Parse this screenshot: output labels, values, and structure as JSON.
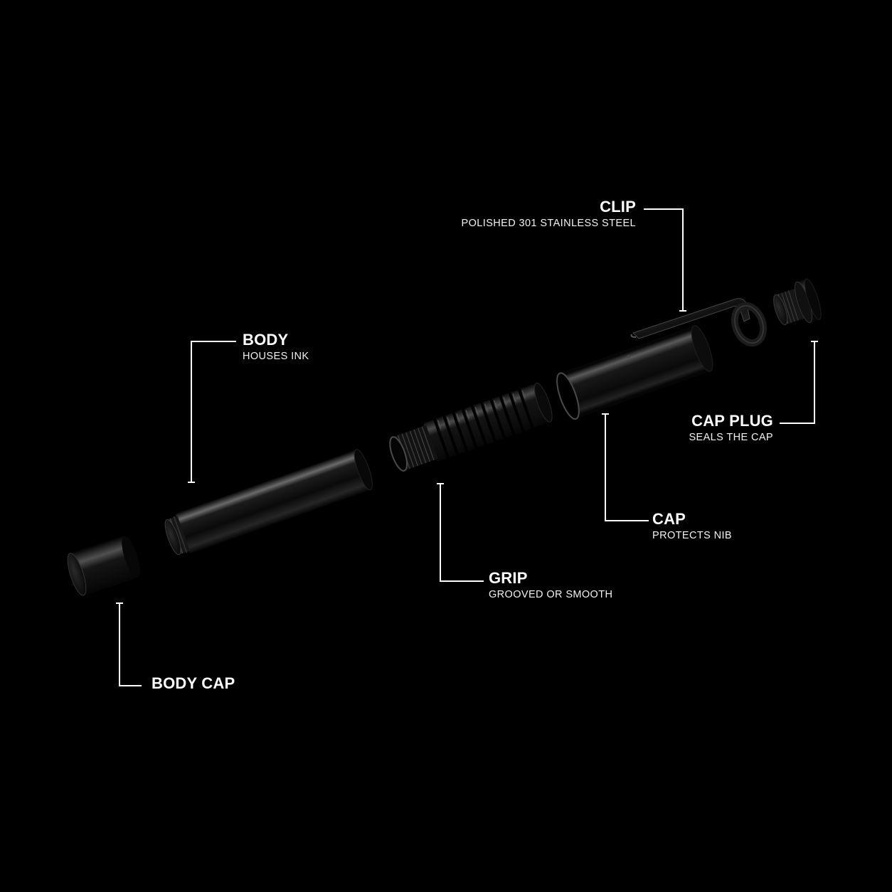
{
  "colors": {
    "background": "#000000",
    "text": "#ffffff",
    "leader": "#ffffff"
  },
  "parts": [
    {
      "id": "clip",
      "title": "CLIP",
      "subtitle": "POLISHED 301 STAINLESS STEEL"
    },
    {
      "id": "body",
      "title": "BODY",
      "subtitle": "HOUSES INK"
    },
    {
      "id": "cap_plug",
      "title": "CAP PLUG",
      "subtitle": "SEALS THE CAP"
    },
    {
      "id": "cap",
      "title": "CAP",
      "subtitle": "PROTECTS NIB"
    },
    {
      "id": "grip",
      "title": "GRIP",
      "subtitle": "GROOVED OR SMOOTH"
    },
    {
      "id": "body_cap",
      "title": "BODY CAP"
    }
  ]
}
